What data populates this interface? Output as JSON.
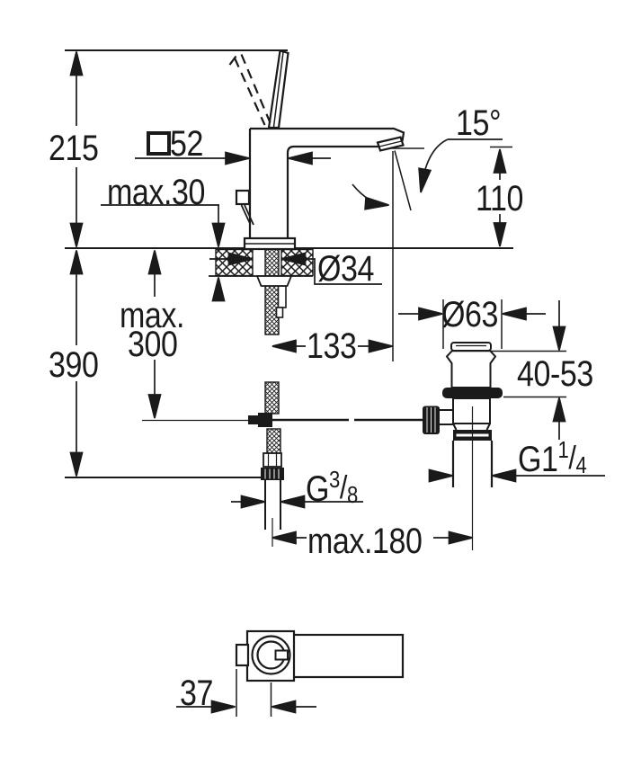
{
  "drawing": {
    "title": "basin-mixer-installation-dimensions",
    "line_color": "#1a1a1a",
    "background": "#ffffff",
    "labels": {
      "height_above_deck": "215",
      "handle_square": "52",
      "deck_thickness_max": "max.30",
      "spout_angle": "15°",
      "outlet_height": "110",
      "tap_hole_diameter": "Ø34",
      "depth_below_deck": "390",
      "hose_length_max_line1": "max.",
      "hose_length_max_line2": "300",
      "spout_reach": "133",
      "waste_flange_diameter": "Ø63",
      "waste_deck_range": "40-53",
      "waste_thread_main": "G1",
      "waste_thread_sup": "1",
      "waste_thread_slash": "/",
      "waste_thread_sub": "4",
      "supply_thread_main": "G",
      "supply_thread_sup": "3",
      "supply_thread_slash": "/",
      "supply_thread_sub": "8",
      "waste_offset_max": "max.180",
      "top_view_offset": "37"
    }
  }
}
